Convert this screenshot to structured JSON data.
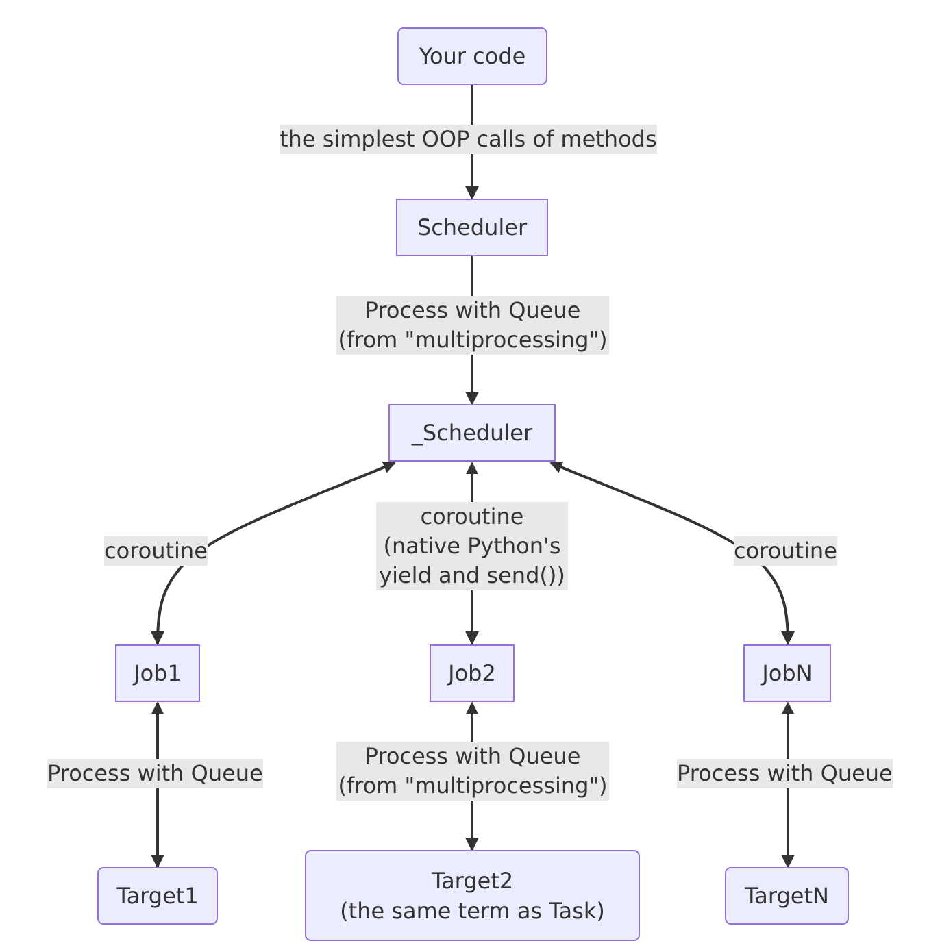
{
  "nodes": {
    "your_code": "Your code",
    "scheduler": "Scheduler",
    "private_scheduler": "_Scheduler",
    "job1": "Job1",
    "job2": "Job2",
    "jobn": "JobN",
    "target1": "Target1",
    "target2": [
      "Target2",
      "(the same term as Task)"
    ],
    "targetn": "TargetN"
  },
  "edges": {
    "code_to_scheduler": "the simplest OOP calls of methods",
    "scheduler_to_private": [
      "Process with Queue",
      "(from \"multiprocessing\")"
    ],
    "private_job1": "coroutine",
    "private_job2": [
      "coroutine",
      "(native Python's",
      "yield and send())"
    ],
    "private_jobn": "coroutine",
    "job1_target1": "Process with Queue",
    "job2_target2": [
      "Process with Queue",
      "(from \"multiprocessing\")"
    ],
    "jobn_targetn": "Process with Queue"
  },
  "colors": {
    "node_fill": "#ECECFF",
    "node_border": "#9370DB",
    "edge": "#333333",
    "label_bg": "#E8E8E8"
  }
}
